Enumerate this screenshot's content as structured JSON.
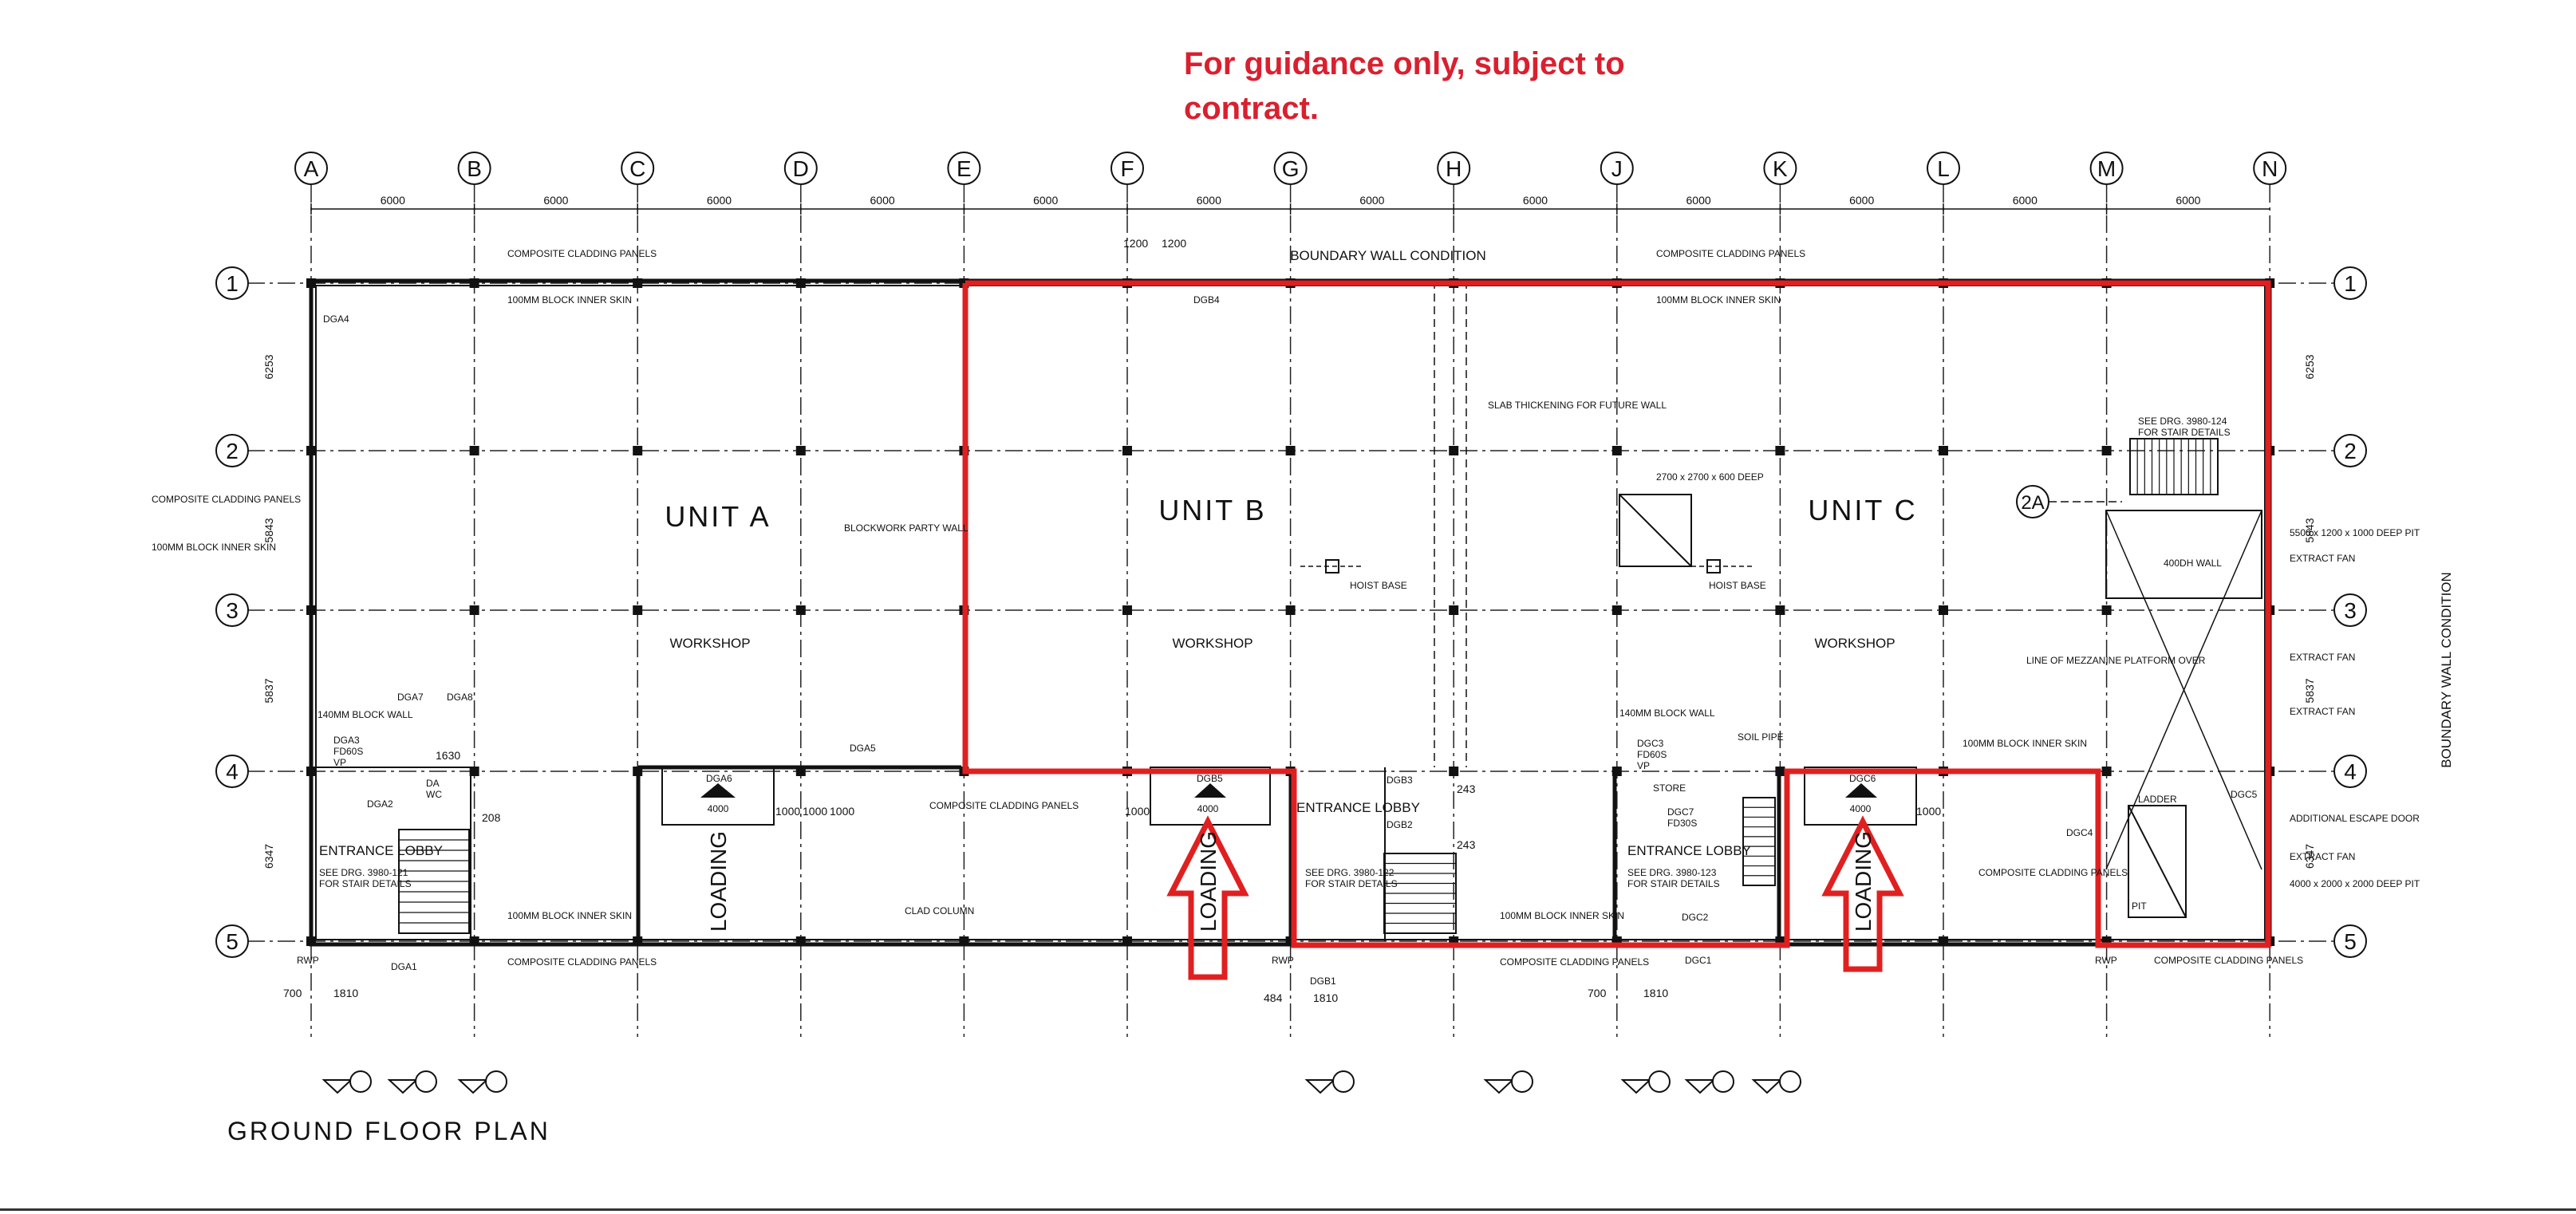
{
  "notice": {
    "text": "For guidance only, subject to contract."
  },
  "plan_title": "GROUND FLOOR PLAN",
  "colors": {
    "highlight": "#e02020",
    "notice": "#d9202f",
    "line": "#111111"
  },
  "grid": {
    "columns": [
      "A",
      "B",
      "C",
      "D",
      "E",
      "F",
      "G",
      "H",
      "J",
      "K",
      "L",
      "M",
      "N"
    ],
    "rows": [
      "1",
      "2",
      "3",
      "4",
      "5"
    ],
    "extra_row": "2A",
    "bay_dimension": "6000",
    "row_dims": [
      "6253",
      "5843",
      "5837",
      "6347"
    ]
  },
  "boundary_wall_top": "BOUNDARY WALL CONDITION",
  "boundary_wall_right": "BOUNDARY WALL CONDITION",
  "units": [
    {
      "name": "UNIT A",
      "use": "WORKSHOP"
    },
    {
      "name": "UNIT B",
      "use": "WORKSHOP"
    },
    {
      "name": "UNIT C",
      "use": "WORKSHOP"
    }
  ],
  "lobbies": [
    {
      "label": "ENTRANCE LOBBY",
      "note1": "SEE DRG. 3980-121",
      "note2": "FOR STAIR DETAILS"
    },
    {
      "label": "ENTRANCE LOBBY",
      "note1": "SEE DRG. 3980-122",
      "note2": "FOR STAIR DETAILS"
    },
    {
      "label": "ENTRANCE LOBBY",
      "note1": "SEE DRG. 3980-123",
      "note2": "FOR STAIR DETAILS"
    }
  ],
  "loading": [
    {
      "label": "LOADING",
      "door": "DGA6",
      "width": "4000"
    },
    {
      "label": "LOADING",
      "door": "DGB5",
      "width": "4000"
    },
    {
      "label": "LOADING",
      "door": "DGC6",
      "width": "4000"
    }
  ],
  "doors": [
    "DGA4",
    "DGA3",
    "FD60S",
    "VP",
    "DGA7",
    "DGA8",
    "DGA2",
    "DA",
    "WC",
    "DGA5",
    "DGA1",
    "DGB4",
    "DGB3",
    "DGB2",
    "DGB1",
    "DGC3",
    "FD60S",
    "VP",
    "DGC7",
    "FD30S",
    "DGC2",
    "DGC1",
    "DGC4",
    "DGC5",
    "STORE",
    "SOIL PIPE",
    "LADDER",
    "PIT"
  ],
  "annotations": {
    "cladding": "COMPOSITE CLADDING PANELS",
    "block_skin": "100MM BLOCK INNER SKIN",
    "block_wall": "140MM BLOCK WALL",
    "party_wall": "BLOCKWORK PARTY WALL",
    "slab": "SLAB THICKENING FOR FUTURE WALL",
    "pit": "2700 x 2700 x 600 DEEP",
    "hoist": "HOIST BASE",
    "mezzanine": "LINE OF MEZZANINE PLATFORM OVER",
    "stair_c": "SEE DRG. 3980-124",
    "stair_c2": "FOR STAIR DETAILS",
    "pit_right": "5500 x 1200 x 1000 DEEP PIT",
    "extract_fan": "EXTRACT FAN",
    "escape": "ADDITIONAL ESCAPE DOOR",
    "pit_bottom": "4000 x 2000 x 2000 DEEP PIT",
    "clad_column": "CLAD COLUMN",
    "wall_400": "400DH WALL",
    "rwp": "RWP"
  },
  "entrance_dims": [
    "1810",
    "700",
    "484",
    "1810",
    "700",
    "1810"
  ],
  "misc_dims": [
    "1200",
    "1200",
    "1000",
    "1000",
    "1000",
    "1000",
    "1000",
    "243",
    "243",
    "208",
    "1630"
  ]
}
